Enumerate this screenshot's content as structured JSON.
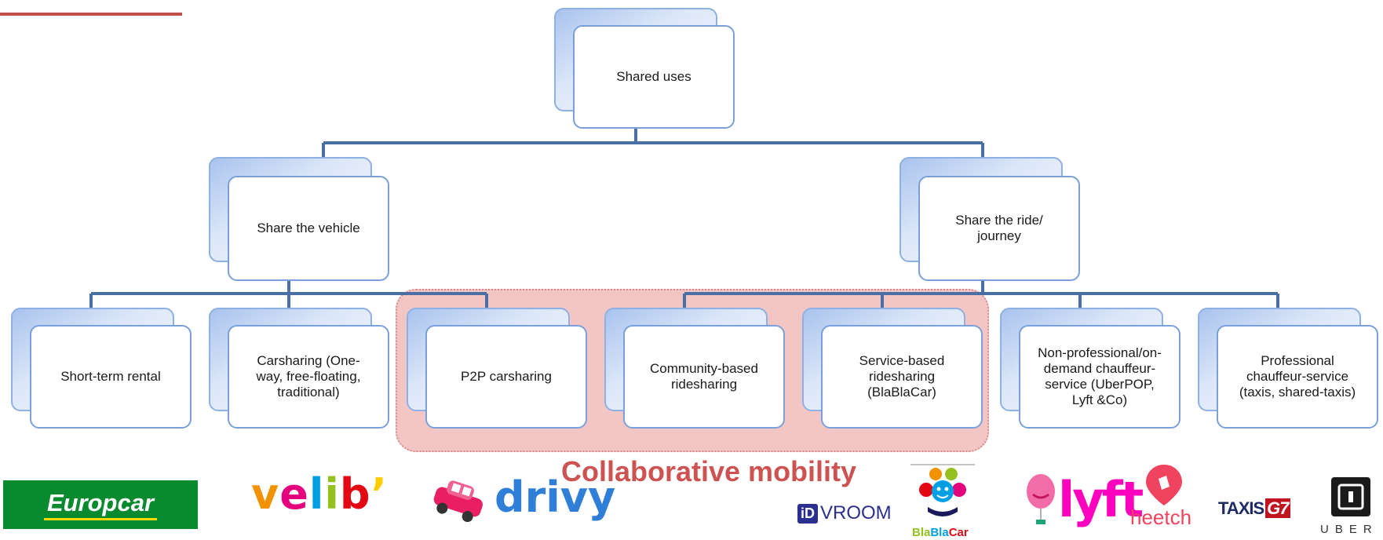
{
  "root": {
    "label": "Shared uses"
  },
  "branches": [
    {
      "label": "Share the vehicle"
    },
    {
      "label": "Share the ride/\njourney"
    }
  ],
  "leaves": [
    {
      "label": "Short-term rental"
    },
    {
      "label": "Carsharing (One-\nway, free-floating,\ntraditional)"
    },
    {
      "label": "P2P carsharing"
    },
    {
      "label": "Community-based\nridesharing"
    },
    {
      "label": "Service-based\nridesharing\n(BlaBlaCar)"
    },
    {
      "label": "Non-professional/on-\ndemand chauffeur-\nservice (UberPOP,\nLyft &Co)"
    },
    {
      "label": "Professional\nchauffeur-service\n(taxis, shared-taxis)"
    }
  ],
  "highlight_label": "Collaborative mobility",
  "logos": {
    "europcar": "Europcar",
    "velib": [
      "v",
      "e",
      "l",
      "i",
      "b",
      "’"
    ],
    "drivy": "drivy",
    "idvroom_id": "iD",
    "idvroom_text": "VROOM",
    "blablacar": [
      "Bla",
      "Bla",
      "Car"
    ],
    "lyft": "lyft",
    "heetch": "heetch",
    "taxis": "TAXIS",
    "taxis_g7": "G7",
    "uber": "UBER"
  },
  "colors": {
    "connector": "#4a6fa5",
    "accent_bar": "#c0504d",
    "highlight_fill": "#f3c6c6",
    "highlight_text": "#cd5352",
    "node_border": "#7aa0dc"
  }
}
